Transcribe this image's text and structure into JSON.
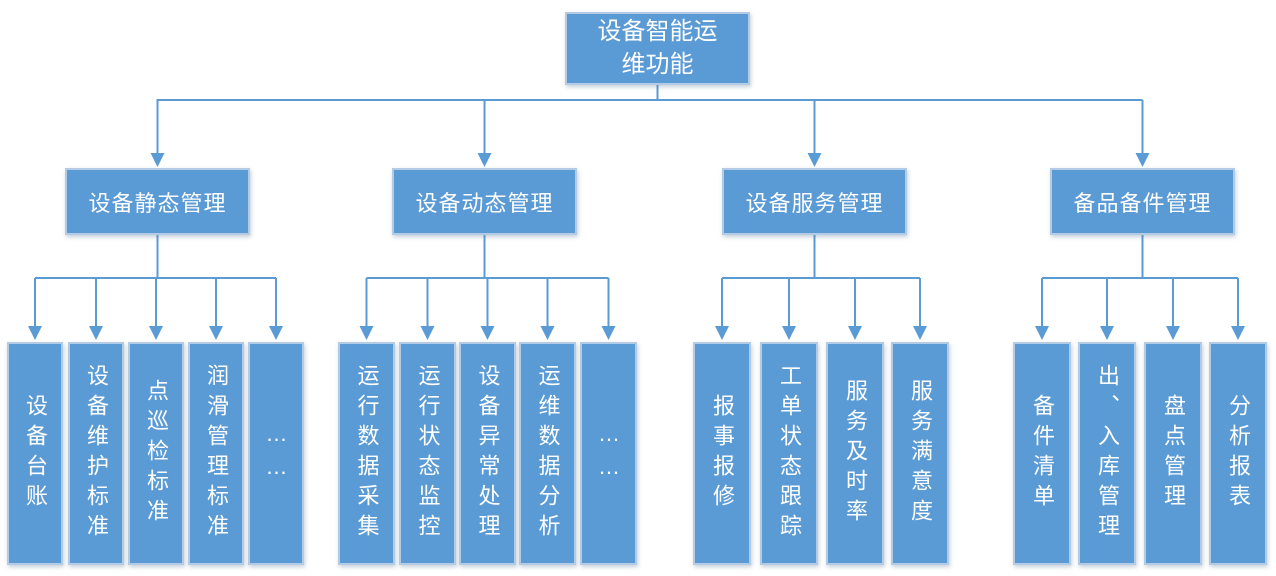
{
  "diagram": {
    "root_label": "设备智能运维功能",
    "groups": [
      {
        "label": "设备静态管理",
        "children": [
          "设备台账",
          "设备维护标准",
          "点巡检标准",
          "润滑管理标准",
          "……"
        ]
      },
      {
        "label": "设备动态管理",
        "children": [
          "运行数据采集",
          "运行状态监控",
          "设备异常处理",
          "运维数据分析",
          "……"
        ]
      },
      {
        "label": "设备服务管理",
        "children": [
          "报事报修",
          "工单状态跟踪",
          "服务及时率",
          "服务满意度"
        ]
      },
      {
        "label": "备品备件管理",
        "children": [
          "备件清单",
          "出、入库管理",
          "盘点管理",
          "分析报表"
        ]
      }
    ],
    "colors": {
      "node_fill": "#5b9bd5",
      "node_border": "#b3cbe5",
      "connector": "#5b9bd5",
      "text": "#ffffff",
      "background": "#ffffff"
    }
  }
}
